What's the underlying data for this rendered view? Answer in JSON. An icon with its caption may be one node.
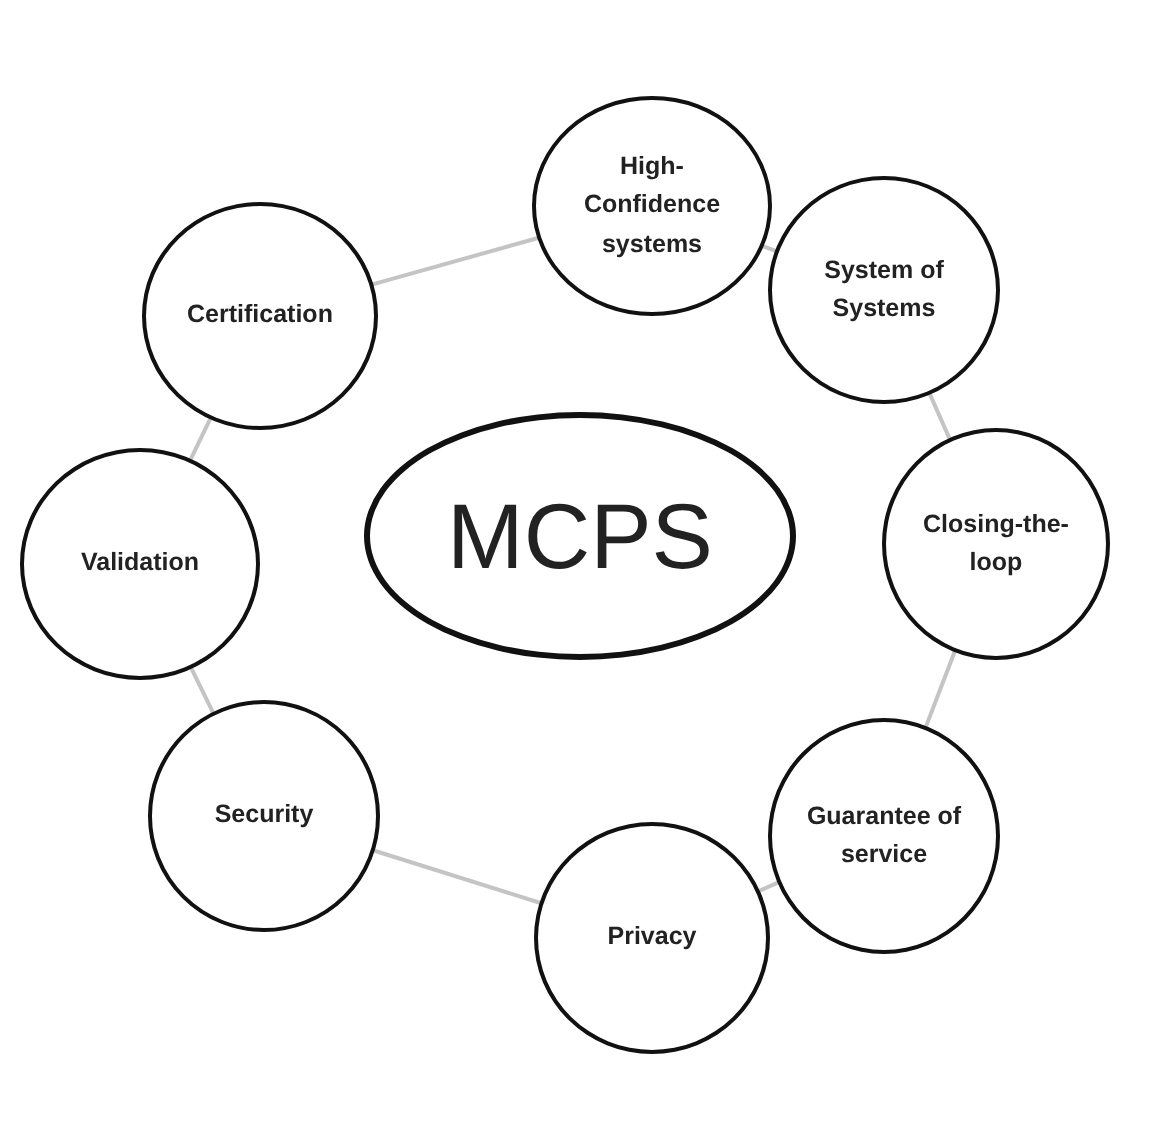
{
  "diagram": {
    "nodes": [
      {
        "text": [
          "High-Confidence systems"
        ]
      },
      {
        "text": [
          "System of Systems"
        ]
      },
      {
        "text": [
          "Closing-the-loop"
        ]
      },
      {
        "text": [
          "Guarantee of service"
        ]
      },
      {
        "text": [
          "Privacy"
        ]
      },
      {
        "text": [
          "Security"
        ]
      },
      {
        "text": [
          "Validation"
        ]
      },
      {
        "text": [
          "Certification"
        ]
      },
      {
        "text": [
          "MCPS"
        ]
      }
    ],
    "edges": [
      {
        "from": 0,
        "to": 1,
        "arrow": "none"
      },
      {
        "from": 1,
        "to": 2,
        "arrow": "none"
      },
      {
        "from": 2,
        "to": 3,
        "arrow": "none"
      },
      {
        "from": 3,
        "to": 4,
        "arrow": "none"
      },
      {
        "from": 4,
        "to": 5,
        "arrow": "none"
      },
      {
        "from": 5,
        "to": 6,
        "arrow": "none"
      },
      {
        "from": 6,
        "to": 7,
        "arrow": "none"
      },
      {
        "from": 7,
        "to": 0,
        "arrow": "none"
      }
    ]
  }
}
